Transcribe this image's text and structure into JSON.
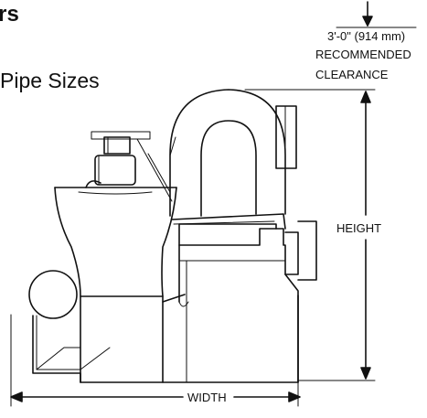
{
  "header": {
    "title_fragment": "rs",
    "subtitle_fragment": "Pipe Sizes"
  },
  "diagram": {
    "clearance_value": "3'-0\" (914 mm)",
    "clearance_line1": "RECOMMENDED",
    "clearance_line2": "CLEARANCE",
    "height_label": "HEIGHT",
    "width_label": "WIDTH"
  }
}
